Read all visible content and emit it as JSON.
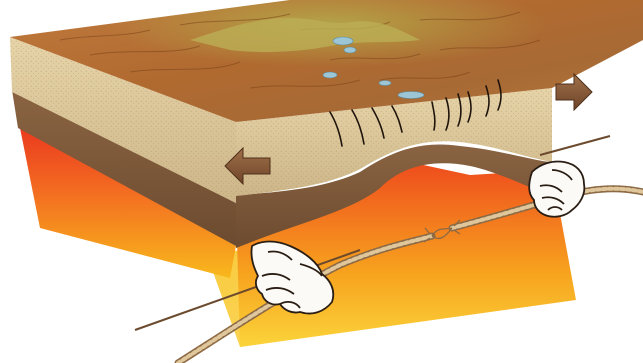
{
  "diagram": {
    "type": "geology-block-diagram",
    "subject": "continental-rift",
    "layers": [
      {
        "name": "land-surface",
        "color": "#a8652e"
      },
      {
        "name": "sediment-layer",
        "color": "#ddc99a"
      },
      {
        "name": "crust-layer",
        "color": "#7e5a3c"
      },
      {
        "name": "magma-layer",
        "color": "#f05a1e"
      },
      {
        "name": "lower-mantle",
        "color": "#f6c31a"
      }
    ],
    "arrows": [
      {
        "name": "left-pull-arrow",
        "direction": "left"
      },
      {
        "name": "right-pull-arrow",
        "direction": "right"
      }
    ],
    "surface_features": {
      "lakes": 5,
      "fault_lines": 10
    },
    "hands": [
      "left-hand",
      "right-hand"
    ],
    "rope": {
      "state": "fraying",
      "color": "#c9a77a"
    }
  }
}
